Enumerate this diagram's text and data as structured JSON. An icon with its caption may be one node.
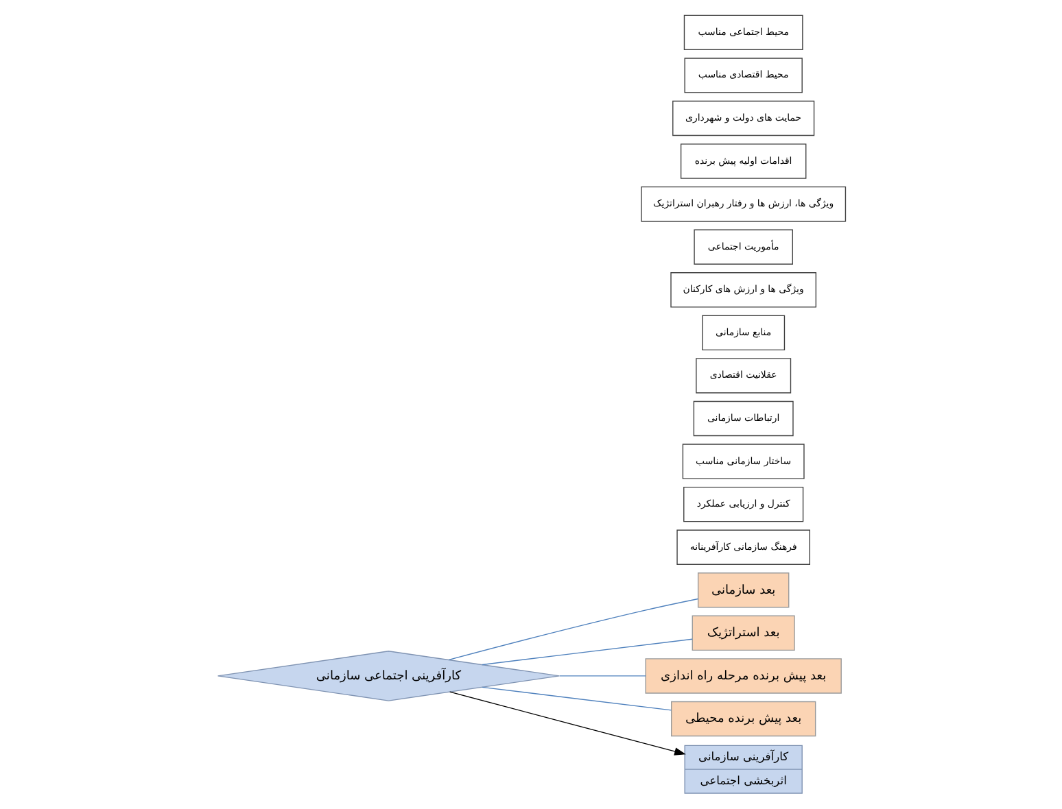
{
  "diagram": {
    "nodes": [
      {
        "text": [
          "کارآفرینی اجتماعی سازمانی"
        ]
      },
      {
        "text": [
          "بعد سازمانی"
        ]
      },
      {
        "text": [
          "فرهنگ سازمانی کارآفرینانه"
        ]
      },
      {
        "text": [
          "کنترل و ارزیابی عملکرد"
        ]
      },
      {
        "text": [
          "ساختار سازمانی مناسب"
        ]
      },
      {
        "text": [
          "ارتباطات سازمانی"
        ]
      },
      {
        "text": [
          "عقلانیت اقتصادی"
        ]
      },
      {
        "text": [
          "منابع سازمانی"
        ]
      },
      {
        "text": [
          "ویژگی ها و ارزش های کارکنان"
        ]
      },
      {
        "text": [
          "بعد استراتژیک"
        ]
      },
      {
        "text": [
          "مأموریت اجتماعی"
        ]
      },
      {
        "text": [
          "ویژگی ها، ارزش ها و رفتار رهبران استراتژیک"
        ]
      },
      {
        "text": [
          "بعد پیش برنده مرحله راه اندازی"
        ]
      },
      {
        "text": [
          "اقدامات اولیه پیش برنده"
        ]
      },
      {
        "text": [
          "بعد پیش برنده محیطی"
        ]
      },
      {
        "text": [
          "حمایت های دولت و شهرداری"
        ]
      },
      {
        "text": [
          "محیط اقتصادی مناسب"
        ]
      },
      {
        "text": [
          "محیط اجتماعی مناسب"
        ]
      },
      {
        "text": [
          "کارآفرینی سازمانی",
          "اثربخشی اجتماعی"
        ]
      }
    ],
    "edges": [
      {
        "from": 0,
        "to": 1,
        "arrow": "none",
        "color": "#4f81bd"
      },
      {
        "from": 0,
        "to": 9,
        "arrow": "none",
        "color": "#4f81bd"
      },
      {
        "from": 0,
        "to": 12,
        "arrow": "none",
        "color": "#4f81bd"
      },
      {
        "from": 0,
        "to": 14,
        "arrow": "none",
        "color": "#4f81bd"
      },
      {
        "from": 0,
        "to": 18,
        "arrow": "to",
        "color": "#000000"
      }
    ]
  }
}
